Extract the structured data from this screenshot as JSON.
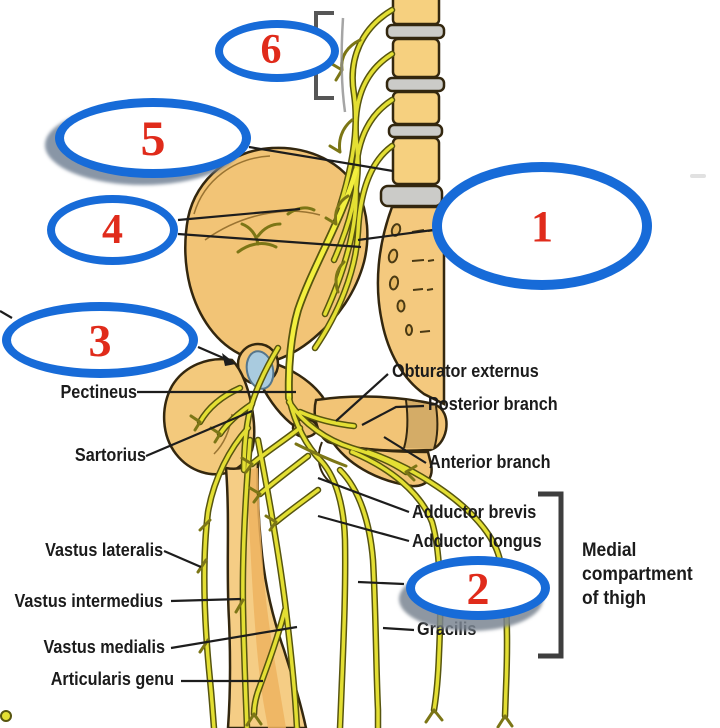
{
  "figure": {
    "title_hint": "Obturator nerve / medial thigh quiz diagram",
    "callouts": [
      {
        "number": "1"
      },
      {
        "number": "2"
      },
      {
        "number": "3"
      },
      {
        "number": "4"
      },
      {
        "number": "5"
      },
      {
        "number": "6"
      }
    ],
    "labels": {
      "pectineus": "Pectineus",
      "sartorius": "Sartorius",
      "vastus_lateralis": "Vastus lateralis",
      "vastus_intermedius": "Vastus intermedius",
      "vastus_medialis": "Vastus medialis",
      "articularis_genu": "Articularis genu",
      "obturator_externus": "Obturator externus",
      "posterior_branch": "Posterior branch",
      "anterior_branch": "Anterior branch",
      "adductor_brevis": "Adductor brevis",
      "adductor_longus": "Adductor longus",
      "gracilis": "Gracilis"
    },
    "region_label": {
      "line1": "Medial",
      "line2": "compartment",
      "line3": "of thigh"
    },
    "colors": {
      "callout_ring_blue": "#176bd8",
      "callout_number_red": "#e02b1b",
      "bone_tan": "#f3c97c",
      "nerve_yellow": "#e3df33",
      "nerve_outline_olive": "#57550f",
      "disc_gray": "#cbcbc8",
      "label_text": "#1b1b1b"
    }
  }
}
